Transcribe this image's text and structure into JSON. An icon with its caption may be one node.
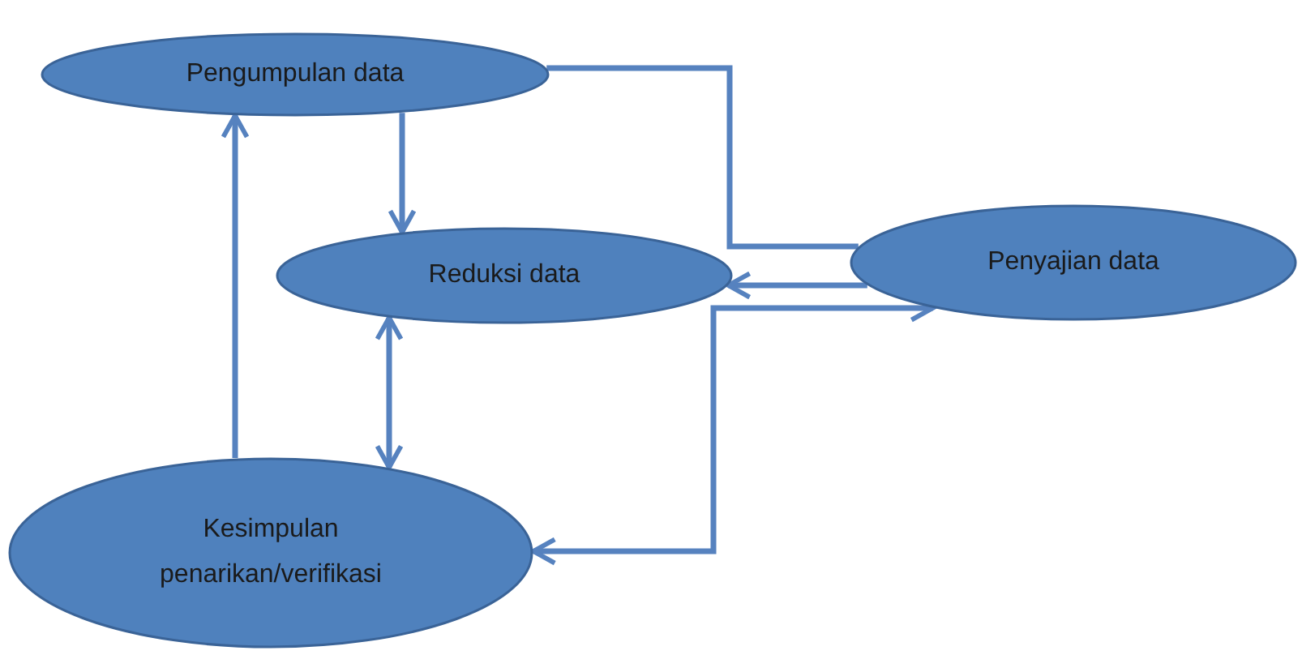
{
  "diagram": {
    "nodes": [
      {
        "text": [
          "Pengumpulan data"
        ]
      },
      {
        "text": [
          "Reduksi data"
        ]
      },
      {
        "text": [
          "Penyajian data"
        ]
      },
      {
        "text": [
          "Kesimpulan penarikan/verifikasi"
        ]
      }
    ],
    "edges": [
      {
        "from": 0,
        "to": 1,
        "arrow": "to"
      },
      {
        "from": 0,
        "to": 2,
        "arrow": "none"
      },
      {
        "from": 2,
        "to": 1,
        "arrow": "to"
      },
      {
        "from": 1,
        "to": 3,
        "arrow": "both"
      },
      {
        "from": 3,
        "to": 0,
        "arrow": "to"
      },
      {
        "from": 3,
        "to": 2,
        "arrow": "both"
      }
    ]
  }
}
